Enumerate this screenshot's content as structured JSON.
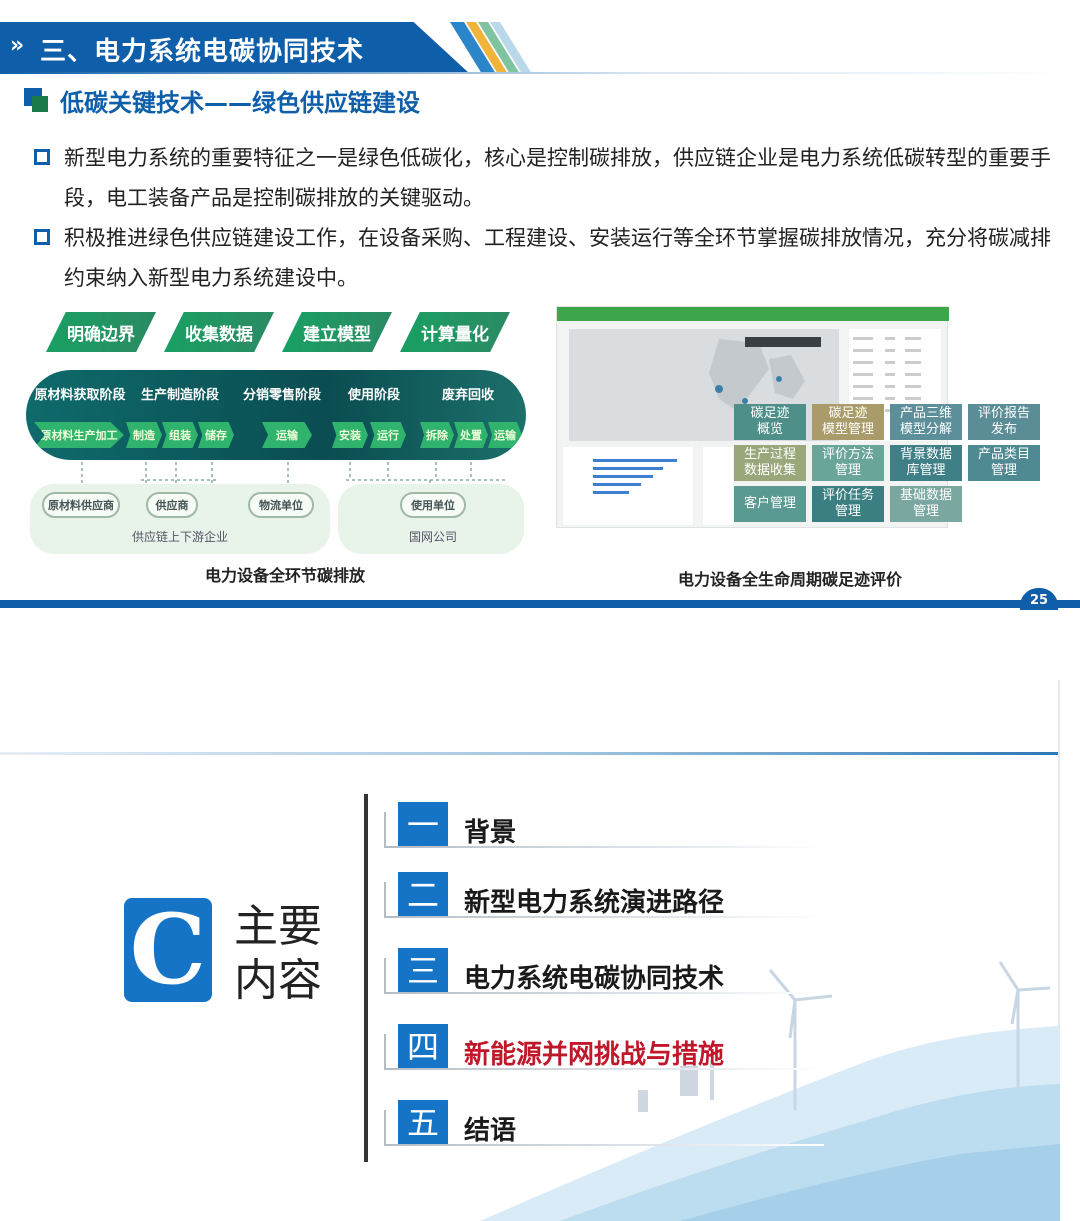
{
  "slide1": {
    "section_title": "三、电力系统电碳协同技术",
    "subtitle": "低碳关键技术——绿色供应链建设",
    "bullets": [
      "新型电力系统的重要特征之一是绿色低碳化，核心是控制碳排放，供应链企业是电力系统低碳转型的重要手段，电工装备产品是控制碳排放的关键驱动。",
      "积极推进绿色供应链建设工作，在设备采购、工程建设、安装运行等全环节掌握碳排放情况，充分将碳减排约束纳入新型电力系统建设中。"
    ],
    "flow": {
      "steps": [
        "明确边界",
        "收集数据",
        "建立模型",
        "计算量化"
      ],
      "stages": [
        "原材料获取阶段",
        "生产制造阶段",
        "分销零售阶段",
        "使用阶段",
        "废弃回收"
      ],
      "chips": [
        "原材料生产加工",
        "制造",
        "组装",
        "储存",
        "运输",
        "安装",
        "运行",
        "拆除",
        "处置",
        "运输"
      ],
      "entities_left": [
        "原材料供应商",
        "供应商",
        "物流单位"
      ],
      "entities_left_caption": "供应链上下游企业",
      "entities_right": [
        "使用单位"
      ],
      "entities_right_caption": "国网公司"
    },
    "caption_left": "电力设备全环节碳排放",
    "dashboard_tiles": [
      {
        "label": "碳足迹\n概览",
        "color": "#4f8f8a"
      },
      {
        "label": "碳足迹\n模型管理",
        "color": "#a99b6a"
      },
      {
        "label": "产品三维\n模型分解",
        "color": "#5d8f9a"
      },
      {
        "label": "评价报告\n发布",
        "color": "#5b8d97"
      },
      {
        "label": "生产过程\n数据收集",
        "color": "#9aa77a"
      },
      {
        "label": "评价方法\n管理",
        "color": "#6aa59a"
      },
      {
        "label": "背景数据\n库管理",
        "color": "#3f7f86"
      },
      {
        "label": "产品类目\n管理",
        "color": "#4f8a92"
      },
      {
        "label": "客户管理",
        "color": "#5a9a92"
      },
      {
        "label": "评价任务\n管理",
        "color": "#3c7f82"
      },
      {
        "label": "基础数据\n管理",
        "color": "#7aa8a0"
      }
    ],
    "caption_right": "电力设备全生命周期碳足迹评价",
    "page_number": "25"
  },
  "slide2": {
    "logo_letter": "C",
    "title": "主要内容",
    "toc": [
      {
        "num": "一",
        "text": "背景",
        "highlight": false
      },
      {
        "num": "二",
        "text": "新型电力系统演进路径",
        "highlight": false
      },
      {
        "num": "三",
        "text": "电力系统电碳协同技术",
        "highlight": false
      },
      {
        "num": "四",
        "text": "新能源并网挑战与措施",
        "highlight": true
      },
      {
        "num": "五",
        "text": "结语",
        "highlight": false
      }
    ]
  },
  "colors": {
    "primary_blue": "#0f5ea9",
    "green": "#19a063",
    "highlight_red": "#c0182a"
  }
}
